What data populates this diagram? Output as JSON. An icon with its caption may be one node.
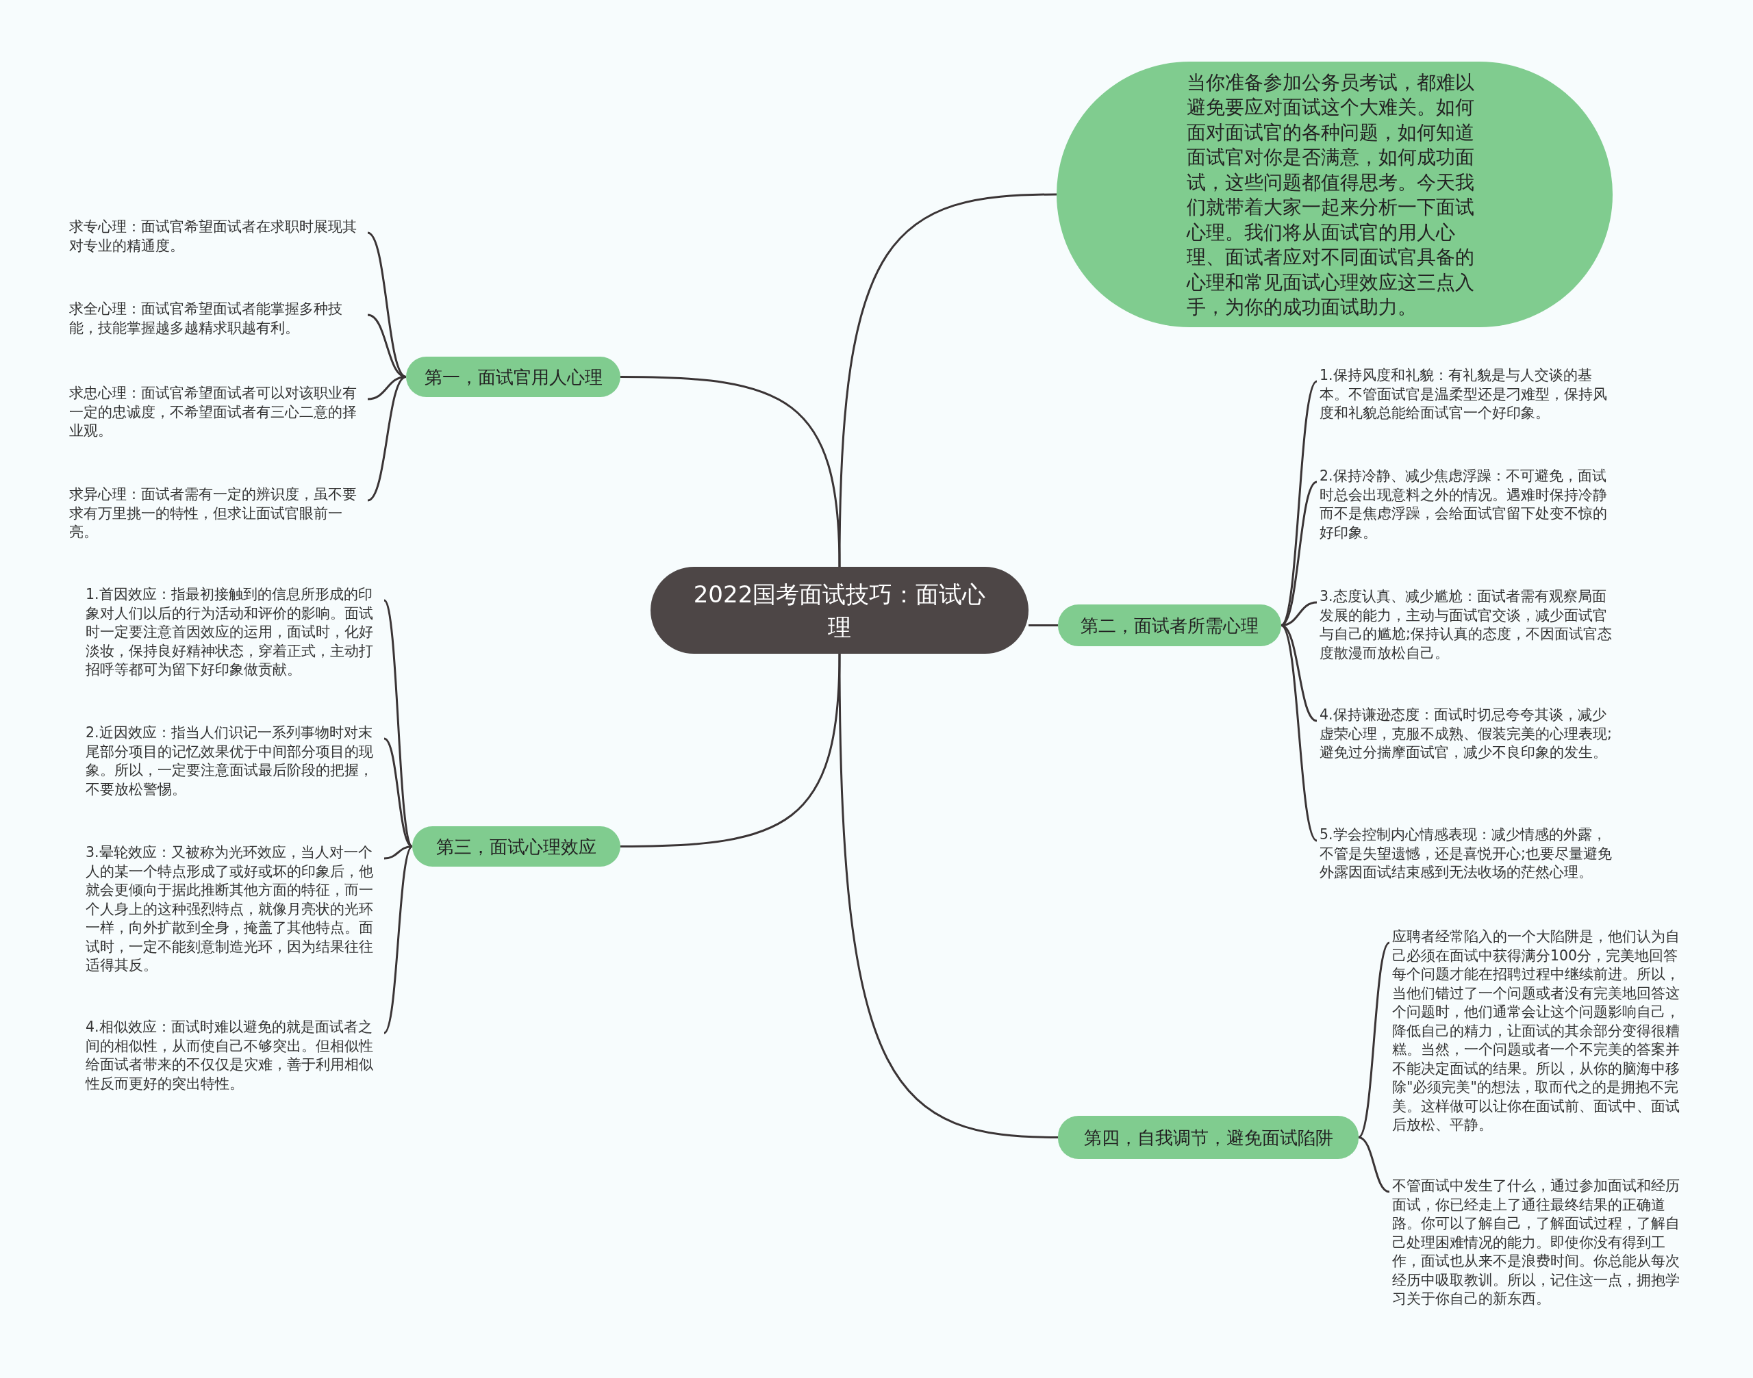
{
  "diagram": {
    "nodes": [
      {
        "text": [
          "2022国考面试技巧：面试心理"
        ]
      },
      {
        "text": [
          "当你准备参加公务员考试，都难以避免要应对面试这个大难关。如何面对面试官的各种问题，如何知道面试官对你是否满意，如何成功面试，这些问题都值得思考。今天我们就带着大家一起来分析一下面试心理。我们将从面试官的用人心理、面试者应对不同面试官具备的心理和常见面试心理效应这三点入手，为你的成功面试助力。"
        ]
      },
      {
        "text": [
          "第一，面试官用人心理"
        ]
      },
      {
        "text": [
          "求专心理：面试官希望面试者在求职时展现其对专业的精通度。"
        ]
      },
      {
        "text": [
          "求全心理：面试官希望面试者能掌握多种技能，技能掌握越多越精求职越有利。"
        ]
      },
      {
        "text": [
          "求忠心理：面试官希望面试者可以对该职业有一定的忠诚度，不希望面试者有三心二意的择业观。"
        ]
      },
      {
        "text": [
          "求异心理：面试者需有一定的辨识度，虽不要求有万里挑一的特性，但求让面试官眼前一亮。"
        ]
      },
      {
        "text": [
          "第二，面试者所需心理"
        ]
      },
      {
        "text": [
          "1.保持风度和礼貌：有礼貌是与人交谈的基本。不管面试官是温柔型还是刁难型，保持风度和礼貌总能给面试官一个好印象。"
        ]
      },
      {
        "text": [
          "2.保持冷静、减少焦虑浮躁：不可避免，面试时总会出现意料之外的情况。遇难时保持冷静而不是焦虑浮躁，会给面试官留下处变不惊的好印象。"
        ]
      },
      {
        "text": [
          "3.态度认真、减少尴尬：面试者需有观察局面发展的能力，主动与面试官交谈，减少面试官与自己的尴尬;保持认真的态度，不因面试官态度散漫而放松自己。"
        ]
      },
      {
        "text": [
          "4.保持谦逊态度：面试时切忌夸夸其谈，减少虚荣心理，克服不成熟、假装完美的心理表现;避免过分揣摩面试官，减少不良印象的发生。"
        ]
      },
      {
        "text": [
          "5.学会控制内心情感表现：减少情感的外露，不管是失望遗憾，还是喜悦开心;也要尽量避免外露因面试结束感到无法收场的茫然心理。"
        ]
      },
      {
        "text": [
          "第三，面试心理效应"
        ]
      },
      {
        "text": [
          "1.首因效应：指最初接触到的信息所形成的印象对人们以后的行为活动和评价的影响。面试时一定要注意首因效应的运用，面试时，化好淡妆，保持良好精神状态，穿着正式，主动打招呼等都可为留下好印象做贡献。"
        ]
      },
      {
        "text": [
          "2.近因效应：指当人们识记一系列事物时对末尾部分项目的记忆效果优于中间部分项目的现象。所以，一定要注意面试最后阶段的把握，不要放松警惕。"
        ]
      },
      {
        "text": [
          "3.晕轮效应：又被称为光环效应，当人对一个人的某一个特点形成了或好或坏的印象后，他就会更倾向于据此推断其他方面的特征，而一个人身上的这种强烈特点，就像月亮状的光环一样，向外扩散到全身，掩盖了其他特点。面试时，一定不能刻意制造光环，因为结果往往适得其反。"
        ]
      },
      {
        "text": [
          "4.相似效应：面试时难以避免的就是面试者之间的相似性，从而使自己不够突出。但相似性给面试者带来的不仅仅是灾难，善于利用相似性反而更好的突出特性。"
        ]
      },
      {
        "text": [
          "第四，自我调节，避免面试陷阱"
        ]
      },
      {
        "text": [
          "应聘者经常陷入的一个大陷阱是，他们认为自己必须在面试中获得满分100分，完美地回答每个问题才能在招聘过程中继续前进。所以，当他们错过了一个问题或者没有完美地回答这个问题时，他们通常会让这个问题影响自己，降低自己的精力，让面试的其余部分变得很糟糕。当然，一个问题或者一个不完美的答案并不能决定面试的结果。所以，从你的脑海中移除\"必须完美\"的想法，取而代之的是拥抱不完美。这样做可以让你在面试前、面试中、面试后放松、平静。"
        ]
      },
      {
        "text": [
          "不管面试中发生了什么，通过参加面试和经历面试，你已经走上了通往最终结果的正确道路。你可以了解自己，了解面试过程，了解自己处理困难情况的能力。即使你没有得到工作，面试也从来不是浪费时间。你总能从每次经历中吸取教训。所以，记住这一点，拥抱学习关于你自己的新东西。"
        ]
      }
    ],
    "edges": [
      {
        "from": 0,
        "to": 1,
        "arrow": "none"
      },
      {
        "from": 0,
        "to": 2,
        "arrow": "none"
      },
      {
        "from": 2,
        "to": 3,
        "arrow": "none"
      },
      {
        "from": 2,
        "to": 4,
        "arrow": "none"
      },
      {
        "from": 2,
        "to": 5,
        "arrow": "none"
      },
      {
        "from": 2,
        "to": 6,
        "arrow": "none"
      },
      {
        "from": 0,
        "to": 7,
        "arrow": "none"
      },
      {
        "from": 7,
        "to": 8,
        "arrow": "none"
      },
      {
        "from": 7,
        "to": 9,
        "arrow": "none"
      },
      {
        "from": 7,
        "to": 10,
        "arrow": "none"
      },
      {
        "from": 7,
        "to": 11,
        "arrow": "none"
      },
      {
        "from": 7,
        "to": 12,
        "arrow": "none"
      },
      {
        "from": 0,
        "to": 13,
        "arrow": "none"
      },
      {
        "from": 13,
        "to": 14,
        "arrow": "none"
      },
      {
        "from": 13,
        "to": 15,
        "arrow": "none"
      },
      {
        "from": 13,
        "to": 16,
        "arrow": "none"
      },
      {
        "from": 13,
        "to": 17,
        "arrow": "none"
      },
      {
        "from": 0,
        "to": 18,
        "arrow": "none"
      },
      {
        "from": 18,
        "to": 19,
        "arrow": "none"
      },
      {
        "from": 18,
        "to": 20,
        "arrow": "none"
      }
    ]
  }
}
